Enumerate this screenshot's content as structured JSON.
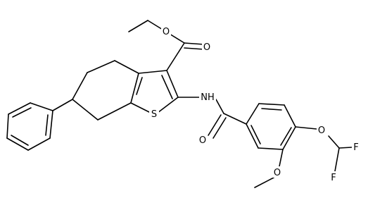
{
  "atom_labels": {
    "ester_o_single": "O",
    "ester_o_double": "O",
    "amide_nh": "NH",
    "thiophene_s": "S",
    "amide_o": "O",
    "ether_o": "O",
    "methoxy_o": "O",
    "fluorine_top": "F",
    "fluorine_bottom": "F"
  },
  "colors": {
    "bond": "#000000",
    "label": "#000000",
    "background": "#ffffff"
  }
}
